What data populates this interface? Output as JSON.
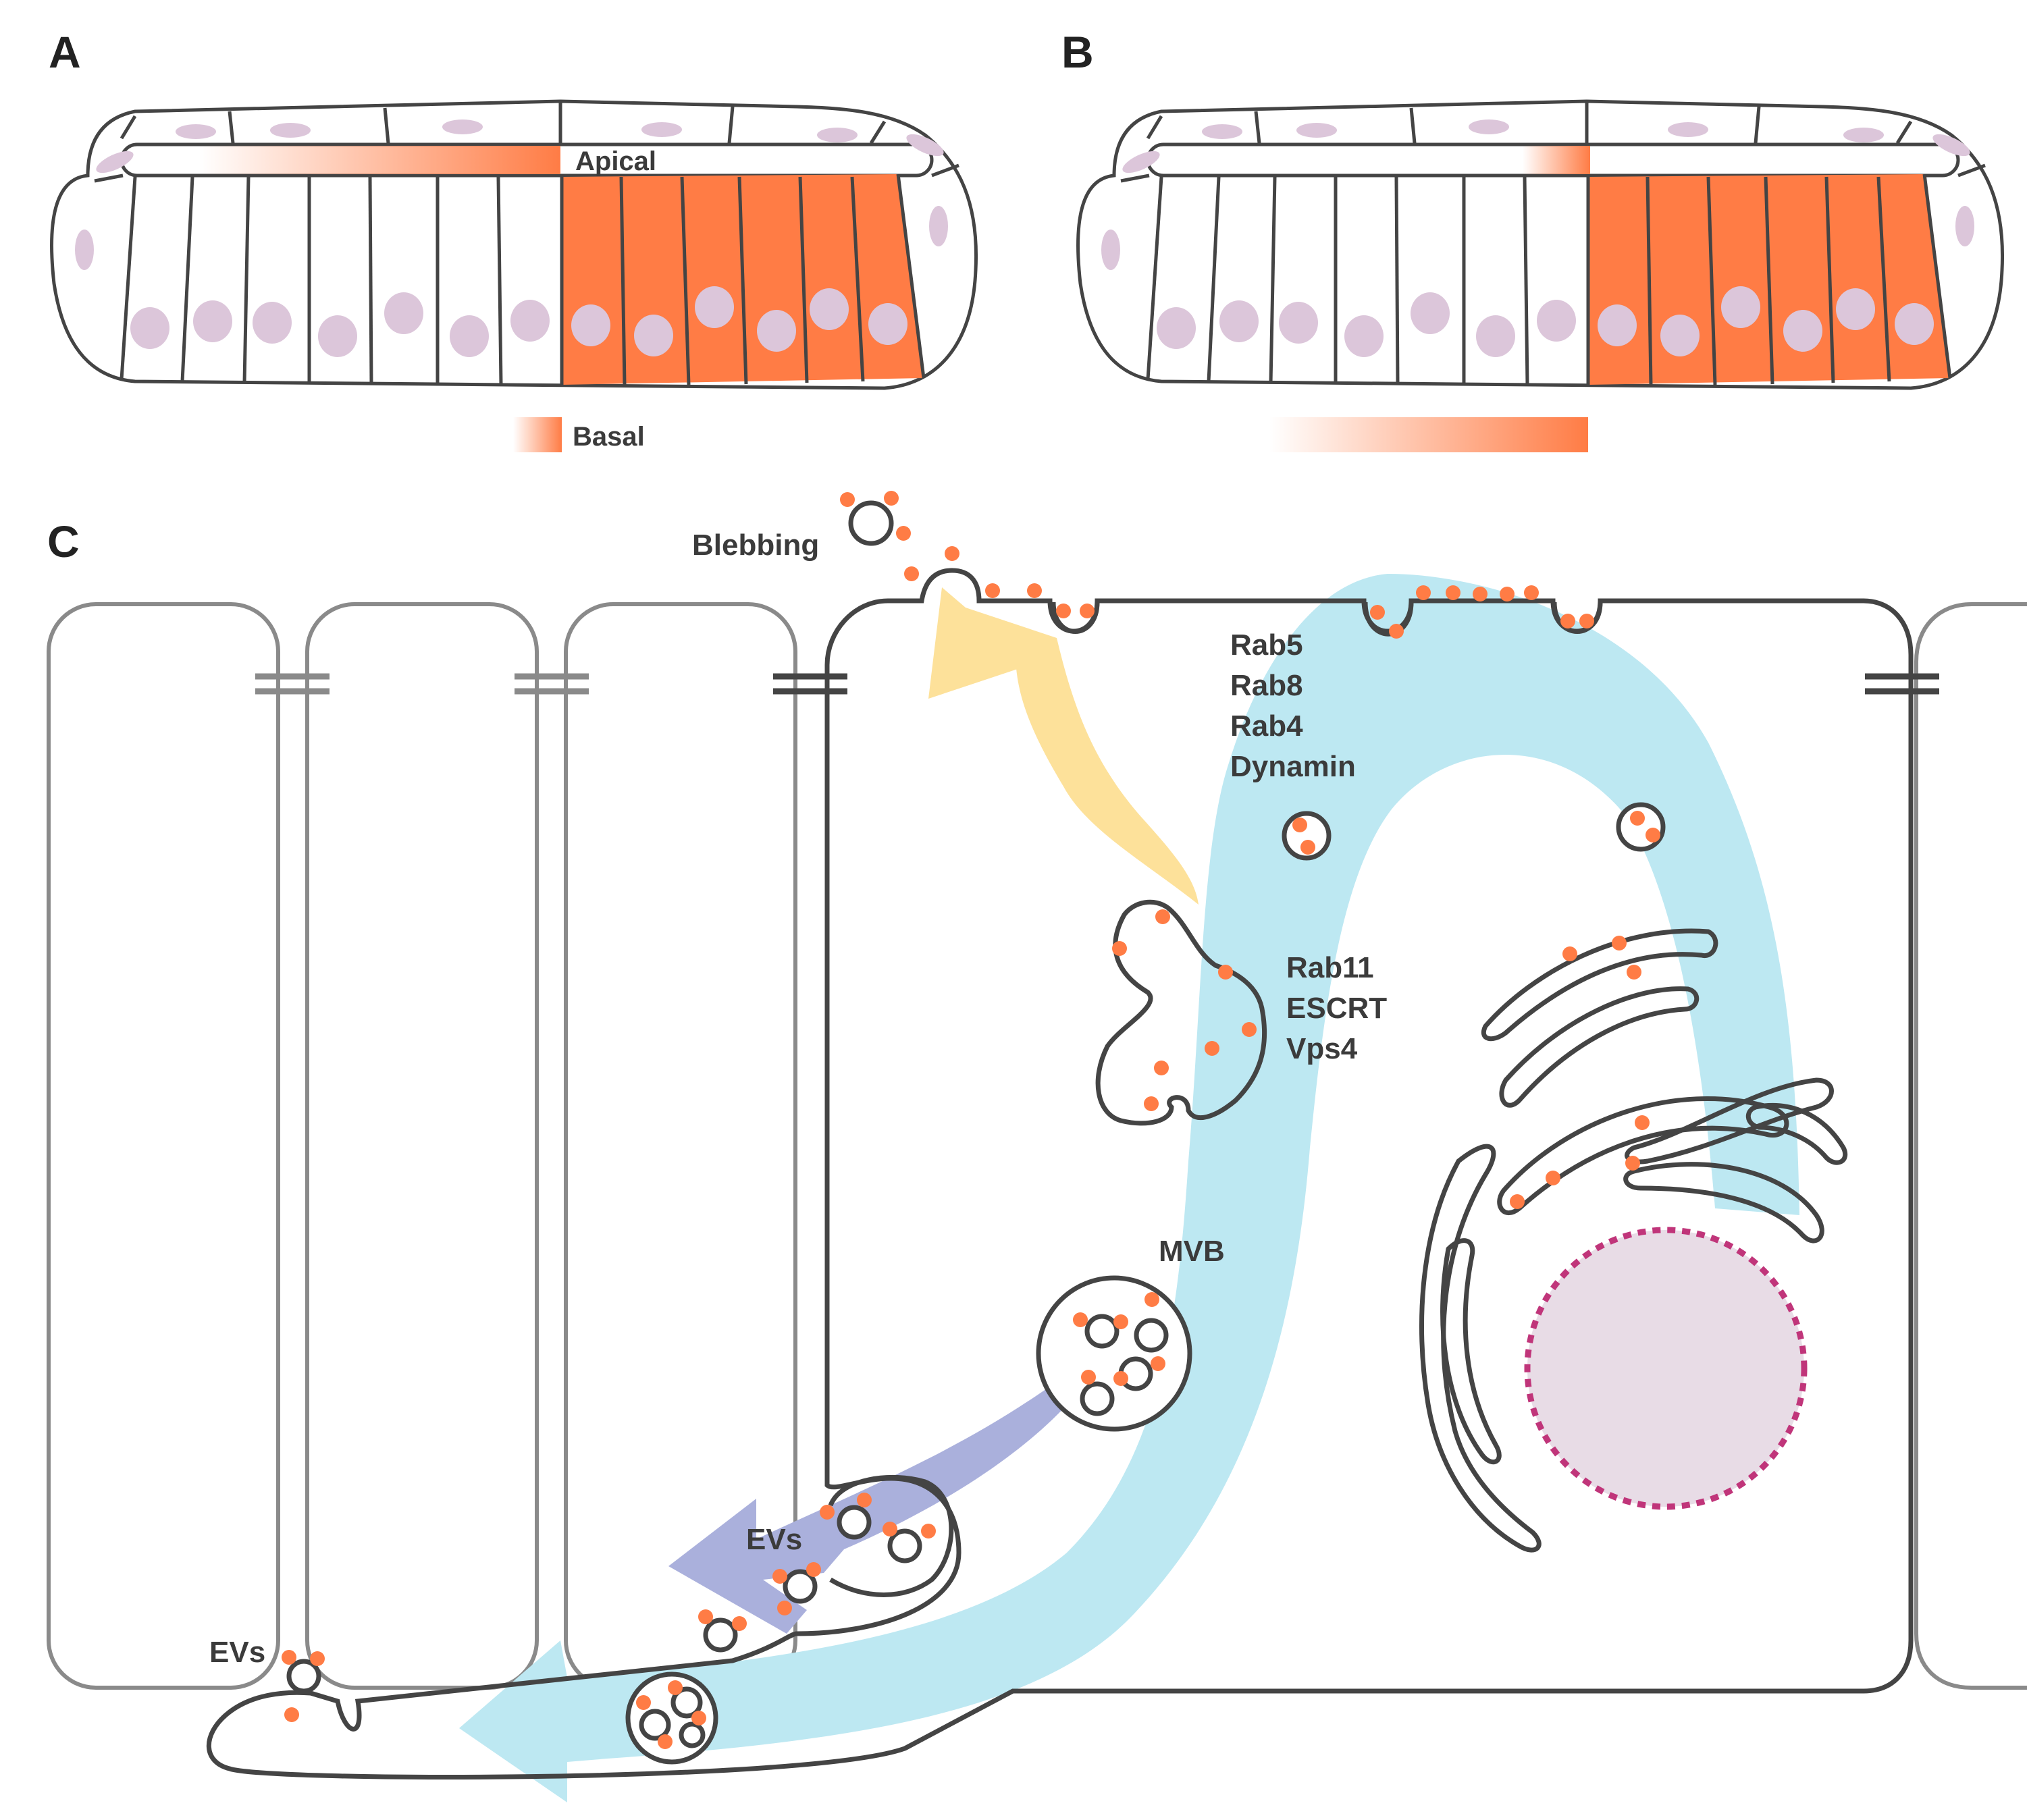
{
  "panels": {
    "a": "A",
    "b": "B",
    "c": "C"
  },
  "labels": {
    "apical": "Apical",
    "basal": "Basal",
    "blebbing": "Blebbing",
    "rab_group_1": [
      "Rab5",
      "Rab8",
      "Rab4",
      "Dynamin"
    ],
    "rab_group_2": [
      "Rab11",
      "ESCRT",
      "Vps4"
    ],
    "mvb": "MVB",
    "evs_1": "EVs",
    "evs_2": "EVs"
  },
  "colors": {
    "orange": "#ff7c45",
    "nucleus": "#dcc6da",
    "blue_path": "#bde8f2",
    "yellow_path": "#fde19a",
    "purple_path": "#aab0dc",
    "membrane": "#444444",
    "neighbor": "#8a8a8a",
    "nuclear_envelope": "#c0357a"
  }
}
